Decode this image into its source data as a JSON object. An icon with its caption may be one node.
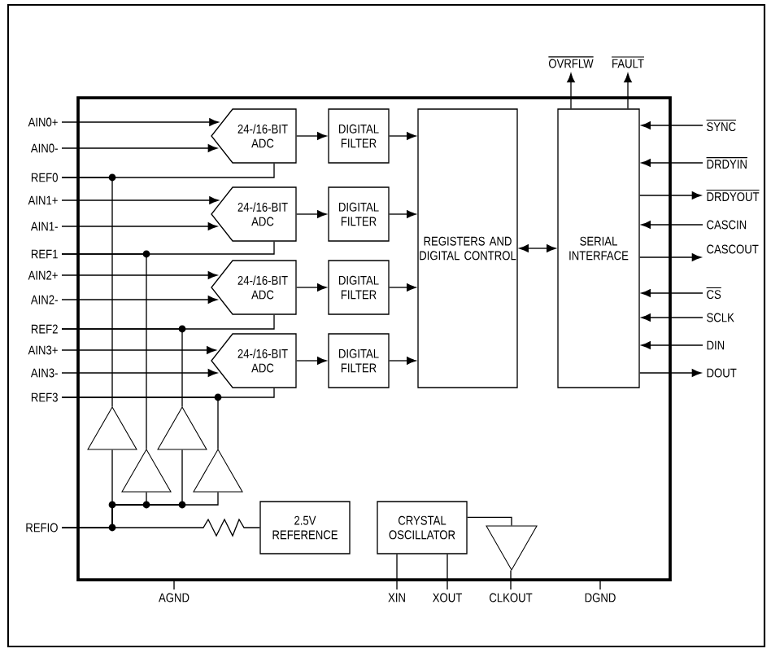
{
  "diagram": {
    "nodes": [
      {
        "text": [],
        "shape": "box"
      },
      {
        "text": [
          "24-/16-BIT ADC"
        ],
        "in": 0
      },
      {
        "text": [
          "24-/16-BIT ADC"
        ],
        "in": 0
      },
      {
        "text": [
          "24-/16-BIT ADC"
        ],
        "in": 0
      },
      {
        "text": [
          "24-/16-BIT ADC"
        ],
        "in": 0
      },
      {
        "text": [
          "DIGITAL FILTER"
        ],
        "in": 0
      },
      {
        "text": [
          "DIGITAL FILTER"
        ],
        "in": 0
      },
      {
        "text": [
          "DIGITAL FILTER"
        ],
        "in": 0
      },
      {
        "text": [
          "DIGITAL FILTER"
        ],
        "in": 0
      },
      {
        "text": [
          "REGISTERS AND DIGITAL CONTROL"
        ],
        "in": 0
      },
      {
        "text": [
          "SERIAL INTERFACE"
        ],
        "in": 0
      },
      {
        "text": [
          "2.5V REFERENCE"
        ],
        "in": 0
      },
      {
        "text": [
          "CRYSTAL OSCILLATOR"
        ],
        "in": 0
      },
      {
        "text": [],
        "shape": "triangle",
        "in": 0
      },
      {
        "text": [],
        "shape": "triangle",
        "in": 0
      },
      {
        "text": [],
        "shape": "triangle",
        "in": 0
      },
      {
        "text": [],
        "shape": "triangle",
        "in": 0
      },
      {
        "text": [],
        "shape": "triangle",
        "in": 0
      },
      {
        "text": [
          "AIN0+"
        ]
      },
      {
        "text": [
          "AIN0-"
        ]
      },
      {
        "text": [
          "REF0"
        ]
      },
      {
        "text": [
          "AIN1+"
        ]
      },
      {
        "text": [
          "AIN1-"
        ]
      },
      {
        "text": [
          "REF1"
        ]
      },
      {
        "text": [
          "AIN2+"
        ]
      },
      {
        "text": [
          "AIN2-"
        ]
      },
      {
        "text": [
          "REF2"
        ]
      },
      {
        "text": [
          "AIN3+"
        ]
      },
      {
        "text": [
          "AIN3-"
        ]
      },
      {
        "text": [
          "REF3"
        ]
      },
      {
        "text": [
          "REFIO"
        ]
      },
      {
        "text": [
          "OVRFLW"
        ]
      },
      {
        "text": [
          "FAULT"
        ]
      },
      {
        "text": [
          "SYNC"
        ]
      },
      {
        "text": [
          "DRDYIN"
        ]
      },
      {
        "text": [
          "DRDYOUT"
        ]
      },
      {
        "text": [
          "CASCIN"
        ]
      },
      {
        "text": [
          "CASCOUT"
        ]
      },
      {
        "text": [
          "CS"
        ]
      },
      {
        "text": [
          "SCLK"
        ]
      },
      {
        "text": [
          "DIN"
        ]
      },
      {
        "text": [
          "DOUT"
        ]
      },
      {
        "text": [
          "AGND"
        ]
      },
      {
        "text": [
          "XIN"
        ]
      },
      {
        "text": [
          "XOUT"
        ]
      },
      {
        "text": [
          "CLKOUT"
        ]
      },
      {
        "text": [
          "DGND"
        ]
      }
    ],
    "edges": [
      {
        "from": 18,
        "to": 1,
        "arrow": "to"
      },
      {
        "from": 19,
        "to": 1,
        "arrow": "to"
      },
      {
        "from": 20,
        "to": 1,
        "arrow": "none"
      },
      {
        "from": 21,
        "to": 2,
        "arrow": "to"
      },
      {
        "from": 22,
        "to": 2,
        "arrow": "to"
      },
      {
        "from": 23,
        "to": 2,
        "arrow": "none"
      },
      {
        "from": 24,
        "to": 3,
        "arrow": "to"
      },
      {
        "from": 25,
        "to": 3,
        "arrow": "to"
      },
      {
        "from": 26,
        "to": 3,
        "arrow": "none"
      },
      {
        "from": 27,
        "to": 4,
        "arrow": "to"
      },
      {
        "from": 28,
        "to": 4,
        "arrow": "to"
      },
      {
        "from": 29,
        "to": 4,
        "arrow": "none"
      },
      {
        "from": 1,
        "to": 5,
        "arrow": "to"
      },
      {
        "from": 2,
        "to": 6,
        "arrow": "to"
      },
      {
        "from": 3,
        "to": 7,
        "arrow": "to"
      },
      {
        "from": 4,
        "to": 8,
        "arrow": "to"
      },
      {
        "from": 5,
        "to": 9,
        "arrow": "to"
      },
      {
        "from": 6,
        "to": 9,
        "arrow": "to"
      },
      {
        "from": 7,
        "to": 9,
        "arrow": "to"
      },
      {
        "from": 8,
        "to": 9,
        "arrow": "to"
      },
      {
        "from": 9,
        "to": 10,
        "arrow": "both"
      },
      {
        "from": 10,
        "to": 31,
        "arrow": "to"
      },
      {
        "from": 10,
        "to": 32,
        "arrow": "to"
      },
      {
        "from": 33,
        "to": 10,
        "arrow": "to"
      },
      {
        "from": 34,
        "to": 10,
        "arrow": "to"
      },
      {
        "from": 10,
        "to": 35,
        "arrow": "to"
      },
      {
        "from": 36,
        "to": 10,
        "arrow": "to"
      },
      {
        "from": 10,
        "to": 37,
        "arrow": "to"
      },
      {
        "from": 38,
        "to": 10,
        "arrow": "to"
      },
      {
        "from": 39,
        "to": 10,
        "arrow": "to"
      },
      {
        "from": 40,
        "to": 10,
        "arrow": "to"
      },
      {
        "from": 10,
        "to": 41,
        "arrow": "to"
      },
      {
        "from": 20,
        "to": 14,
        "arrow": "none"
      },
      {
        "from": 23,
        "to": 15,
        "arrow": "none"
      },
      {
        "from": 26,
        "to": 16,
        "arrow": "none"
      },
      {
        "from": 29,
        "to": 17,
        "arrow": "none"
      },
      {
        "from": 14,
        "to": 30,
        "arrow": "none"
      },
      {
        "from": 15,
        "to": 30,
        "arrow": "none"
      },
      {
        "from": 16,
        "to": 30,
        "arrow": "none"
      },
      {
        "from": 17,
        "to": 30,
        "arrow": "none"
      },
      {
        "from": 30,
        "to": 11,
        "arrow": "none"
      },
      {
        "from": 12,
        "to": 43,
        "arrow": "none"
      },
      {
        "from": 12,
        "to": 44,
        "arrow": "none"
      },
      {
        "from": 12,
        "to": 13,
        "arrow": "none"
      },
      {
        "from": 13,
        "to": 45,
        "arrow": "none"
      },
      {
        "from": 0,
        "to": 42,
        "arrow": "none"
      },
      {
        "from": 0,
        "to": 46,
        "arrow": "none"
      }
    ]
  }
}
